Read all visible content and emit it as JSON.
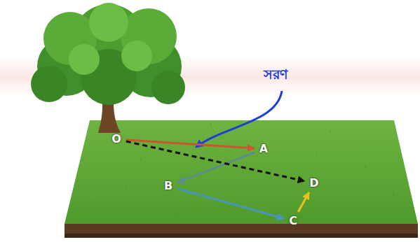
{
  "diagram": {
    "nodes": [
      {
        "text": [
          "O"
        ]
      },
      {
        "text": [
          "A"
        ]
      },
      {
        "text": [
          "B"
        ]
      },
      {
        "text": [
          "C"
        ]
      },
      {
        "text": [
          "D"
        ]
      }
    ],
    "edges": [
      {
        "from": 0,
        "to": 1,
        "arrow": "to"
      },
      {
        "from": 1,
        "to": 2,
        "arrow": "to"
      },
      {
        "from": 2,
        "to": 3,
        "arrow": "to"
      },
      {
        "from": 3,
        "to": 4,
        "arrow": "to"
      },
      {
        "from": 0,
        "to": 4,
        "arrow": "to"
      }
    ],
    "labels": [
      "সরণ"
    ]
  }
}
